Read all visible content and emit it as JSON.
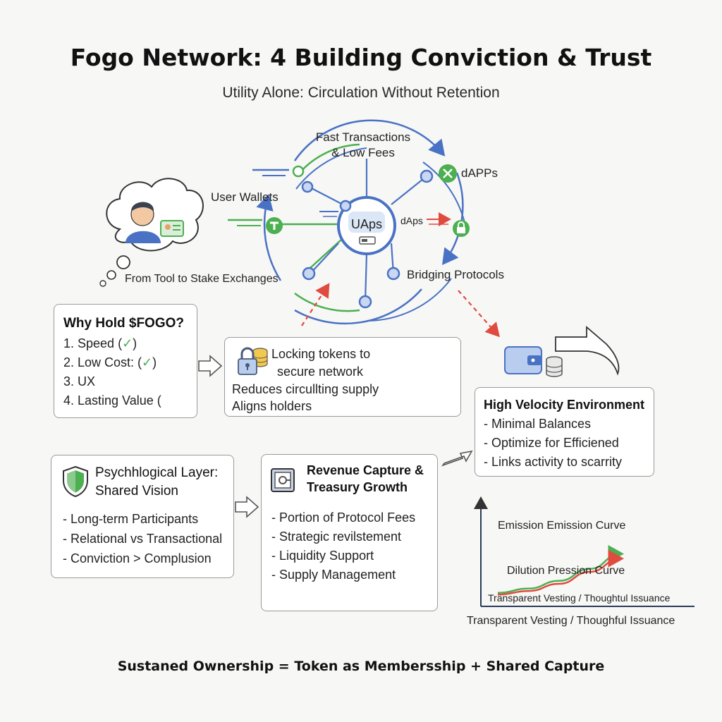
{
  "header": {
    "title": "Fogo Network: 4 Building Conviction & Trust",
    "subtitle": "Utility Alone: Circulation Without Retention"
  },
  "network": {
    "fast_label": "Fast Transactions & Low Fees",
    "dapps_label": "dAPPs",
    "user_wallets_label": "User Wallets",
    "center_label": "UAps",
    "dapps_small_label": "dAps",
    "bridging_label": "Bridging Protocols",
    "stake_label": "From Tool to Stake Exchanges"
  },
  "why_hold": {
    "title": "Why Hold $FOGO?",
    "items": [
      "1. Speed (",
      "2. Low Cost: (",
      "3. UX",
      "4. Lasting Value ("
    ],
    "check_suffix": ")"
  },
  "locking": {
    "line1": "Locking tokens to",
    "line2": "secure network",
    "line3": "Reduces circullting supply",
    "line4": "Aligns holders"
  },
  "high_velocity": {
    "title": "High Velocity Environment",
    "items": [
      "- Minimal Balances",
      "- Optimize for Efficiened",
      "- Links activity to scarrity"
    ]
  },
  "psych": {
    "title_line1": "Psychhlogical Layer:",
    "title_line2": "Shared Vision",
    "items": [
      "- Long-term Participants",
      "- Relational vs Transactional",
      "- Conviction > Complusion"
    ]
  },
  "revenue": {
    "title_line1": "Revenue Capture &",
    "title_line2": "Treasury Growth",
    "items": [
      "- Portion of Protocol Fees",
      "- Strategic revilstement",
      "- Liquidity Support",
      "- Supply Management"
    ]
  },
  "chart_data": {
    "type": "line",
    "series": [
      {
        "name": "Emission Emission Curve",
        "color": "#4caf50",
        "values": [
          0.05,
          0.12,
          0.25,
          0.45,
          0.7
        ]
      },
      {
        "name": "Dilution Pression Curve",
        "color": "#e04b3f",
        "values": [
          0.02,
          0.08,
          0.2,
          0.4,
          0.62
        ]
      }
    ],
    "label_1": "Transparent Vesting / Thoughtul Issuance",
    "label_2": "Transparent Vesting / Thoughful Issuance"
  },
  "footer": {
    "text": "Sustaned Ownership = Token as Membersship + Shared Capture"
  },
  "colors": {
    "blue": "#4a72c4",
    "green": "#4caf50",
    "red": "#e04b3f"
  }
}
